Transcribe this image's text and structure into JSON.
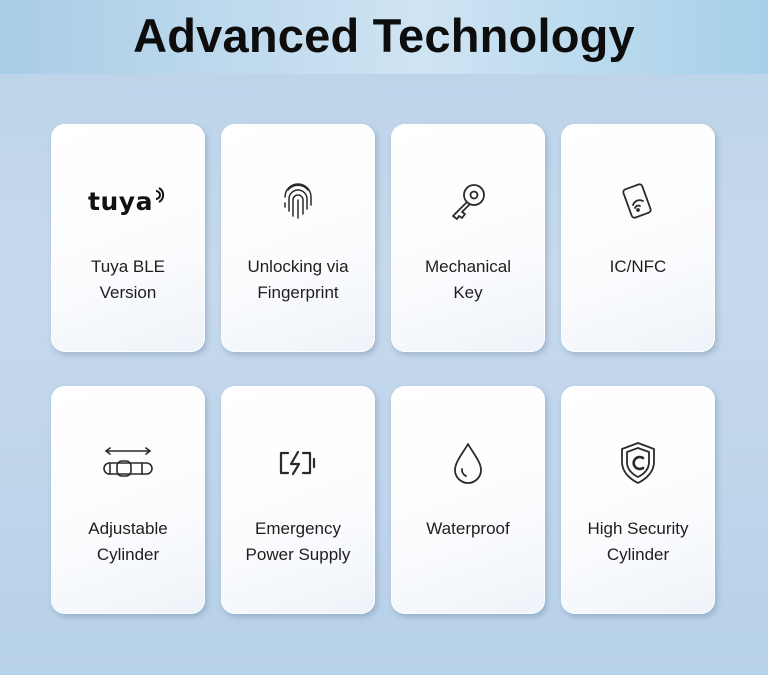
{
  "header": {
    "title": "Advanced Technology"
  },
  "features": [
    {
      "lines": [
        "Tuya BLE",
        "Version"
      ],
      "icon": "tuya-logo-icon",
      "logo_text": "tuya"
    },
    {
      "lines": [
        "Unlocking via",
        "Fingerprint"
      ],
      "icon": "fingerprint-icon"
    },
    {
      "lines": [
        "Mechanical",
        "Key"
      ],
      "icon": "key-icon"
    },
    {
      "lines": [
        "IC/NFC"
      ],
      "icon": "nfc-card-icon"
    },
    {
      "lines": [
        "Adjustable",
        "Cylinder"
      ],
      "icon": "adjustable-cylinder-icon"
    },
    {
      "lines": [
        "Emergency",
        "Power Supply"
      ],
      "icon": "battery-charge-icon"
    },
    {
      "lines": [
        "Waterproof"
      ],
      "icon": "water-drop-icon"
    },
    {
      "lines": [
        "High Security",
        "Cylinder"
      ],
      "icon": "shield-c-icon"
    }
  ],
  "colors": {
    "card_background": "#ffffff",
    "text": "#1e1e1e",
    "title": "#0d0d0d",
    "icon_stroke": "#2a2a2a"
  }
}
